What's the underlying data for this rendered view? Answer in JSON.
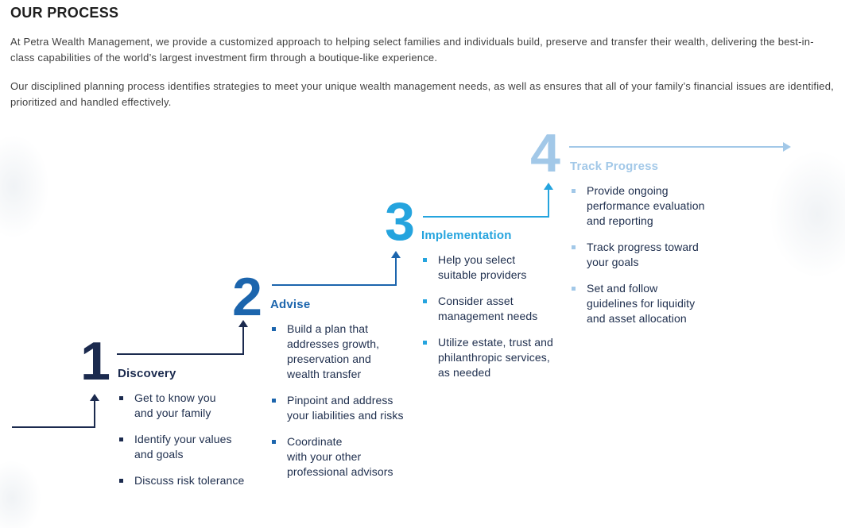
{
  "header": {
    "title": "OUR PROCESS",
    "paragraph_1": "At Petra Wealth Management, we provide a customized approach to helping select families and individuals build, preserve and transfer their wealth, delivering the best-in-class capabilities of the world’s largest investment firm through a boutique-like experience.",
    "paragraph_2": "Our disciplined planning process identifies strategies to meet your unique wealth management needs, as well as ensures that all of your family’s financial issues are identified, prioritized and handled effectively."
  },
  "colors": {
    "step_1": "#1b2a4e",
    "step_2": "#1c65ad",
    "step_3": "#25a4de",
    "step_4": "#a2c8e8",
    "heading_text": "#1f1f1f",
    "body_text": "#414141"
  },
  "process_steps": [
    {
      "number": "1",
      "title": "Discovery",
      "color": "#1b2a4e",
      "bullets": [
        "Get to know you\nand your family",
        "Identify your values\nand goals",
        "Discuss risk tolerance"
      ]
    },
    {
      "number": "2",
      "title": "Advise",
      "color": "#1c65ad",
      "bullets": [
        "Build a plan that\naddresses growth,\npreservation and\nwealth transfer",
        "Pinpoint and address\nyour liabilities and risks",
        "Coordinate\nwith your other\nprofessional advisors"
      ]
    },
    {
      "number": "3",
      "title": "Implementation",
      "color": "#25a4de",
      "bullets": [
        "Help you select\nsuitable providers",
        "Consider asset\nmanagement needs",
        "Utilize estate, trust and\nphilanthropic services,\nas needed"
      ]
    },
    {
      "number": "4",
      "title": "Track Progress",
      "color": "#a2c8e8",
      "bullets": [
        "Provide ongoing\nperformance evaluation\nand reporting",
        "Track progress toward\nyour goals",
        "Set and follow\nguidelines for liquidity\nand asset allocation"
      ]
    }
  ]
}
